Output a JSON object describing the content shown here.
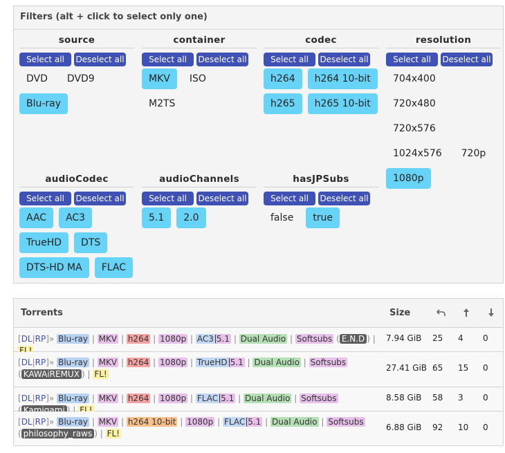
{
  "filters": {
    "title": "Filters (alt + click to select only one)",
    "select_all": "Select all",
    "deselect_all": "Deselect all",
    "groups": [
      {
        "name": "source",
        "options": [
          {
            "label": "DVD",
            "on": false
          },
          {
            "label": "DVD9",
            "on": false
          },
          {
            "label": "Blu-ray",
            "on": true
          }
        ]
      },
      {
        "name": "container",
        "options": [
          {
            "label": "MKV",
            "on": true
          },
          {
            "label": "ISO",
            "on": false
          },
          {
            "label": "M2TS",
            "on": false
          }
        ]
      },
      {
        "name": "codec",
        "options": [
          {
            "label": "h264",
            "on": true
          },
          {
            "label": "h264 10-bit",
            "on": true
          },
          {
            "label": "h265",
            "on": true
          },
          {
            "label": "h265 10-bit",
            "on": true
          }
        ]
      },
      {
        "name": "resolution",
        "options": [
          {
            "label": "704x400",
            "on": false
          },
          {
            "label": "720x480",
            "on": false
          },
          {
            "label": "720x576",
            "on": false
          },
          {
            "label": "1024x576",
            "on": false
          },
          {
            "label": "720p",
            "on": false
          },
          {
            "label": "1080p",
            "on": true
          }
        ]
      },
      {
        "name": "audioCodec",
        "options": [
          {
            "label": "AAC",
            "on": true
          },
          {
            "label": "AC3",
            "on": true
          },
          {
            "label": "TrueHD",
            "on": true
          },
          {
            "label": "DTS",
            "on": true
          },
          {
            "label": "DTS-HD MA",
            "on": true
          },
          {
            "label": "FLAC",
            "on": true
          }
        ]
      },
      {
        "name": "audioChannels",
        "options": [
          {
            "label": "5.1",
            "on": true
          },
          {
            "label": "2.0",
            "on": true
          }
        ]
      },
      {
        "name": "hasJPSubs",
        "options": [
          {
            "label": "false",
            "on": false
          },
          {
            "label": "true",
            "on": true
          }
        ]
      }
    ]
  },
  "torrents": {
    "title": "Torrents",
    "size_header": "Size",
    "colors": {
      "active_chip": "#67d4f7",
      "button": "#3f51b5"
    },
    "rows": [
      {
        "dl": "DL",
        "rp": "RP",
        "source": "Blu-ray",
        "container": "MKV",
        "codec": "h264",
        "resolution": "1080p",
        "audio": "AC3",
        "channels": "5.1",
        "dual": "Dual Audio",
        "subs": "Softsubs",
        "group": "E.N.D",
        "fl": "FL!",
        "size": "7.94 GiB",
        "seeders": "25",
        "leechers": "4",
        "completed": "0"
      },
      {
        "dl": "DL",
        "rp": "RP",
        "source": "Blu-ray",
        "container": "MKV",
        "codec": "h264",
        "resolution": "1080p",
        "audio": "TrueHD",
        "channels": "5.1",
        "dual": "Dual Audio",
        "subs": "Softsubs",
        "group": "KAWAiREMUX",
        "fl": "FL!",
        "size": "27.41 GiB",
        "seeders": "65",
        "leechers": "15",
        "completed": "0"
      },
      {
        "dl": "DL",
        "rp": "RP",
        "source": "Blu-ray",
        "container": "MKV",
        "codec": "h264",
        "resolution": "1080p",
        "audio": "FLAC",
        "channels": "5.1",
        "dual": "Dual Audio",
        "subs": "Softsubs",
        "group": "Kamigami",
        "fl": "FL!",
        "size": "8.58 GiB",
        "seeders": "58",
        "leechers": "3",
        "completed": "0"
      },
      {
        "dl": "DL",
        "rp": "RP",
        "source": "Blu-ray",
        "container": "MKV",
        "codec": "h264 10-bit",
        "resolution": "1080p",
        "audio": "FLAC",
        "channels": "5.1",
        "dual": "Dual Audio",
        "subs": "Softsubs",
        "group": "philosophy_raws",
        "fl": "FL!",
        "size": "6.88 GiB",
        "seeders": "92",
        "leechers": "10",
        "completed": "0"
      }
    ]
  }
}
